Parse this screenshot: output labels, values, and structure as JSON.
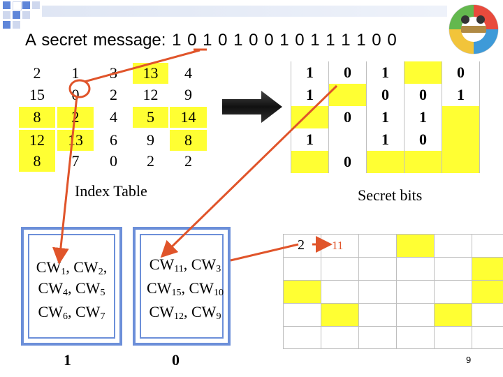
{
  "title": "A secret message: 1 0 1 0 1   0 0 1 0 1   1 1 1 0 0",
  "colors": {
    "yellow": "#ffff33",
    "arrow": "#e0542a",
    "box_border": "#6c8fd9",
    "grid_line": "#bfbfbf",
    "deco": "#5f86d9"
  },
  "index_table": {
    "rows": [
      [
        "2",
        "1",
        "3",
        "13",
        "4"
      ],
      [
        "15",
        "0",
        "2",
        "12",
        "9"
      ],
      [
        "8",
        "2",
        "4",
        "5",
        "14"
      ],
      [
        "12",
        "13",
        "6",
        "9",
        "8"
      ],
      [
        "8",
        "7",
        "0",
        "2",
        "2"
      ]
    ],
    "caption": "Index Table"
  },
  "secret_bits": {
    "rows": [
      [
        "1",
        "0",
        "1",
        "",
        "0"
      ],
      [
        "1",
        "",
        "0",
        "0",
        "1"
      ],
      [
        "",
        "0",
        "1",
        "1",
        ""
      ],
      [
        "1",
        "",
        "1",
        "0",
        ""
      ],
      [
        "",
        "0",
        "",
        "",
        ""
      ]
    ],
    "caption": "Secret bits"
  },
  "cw_left": {
    "line1": {
      "a": "CW",
      "a_sub": "1",
      "sep": ", ",
      "b": "CW",
      "b_sub": "2",
      "end": ","
    },
    "line2": {
      "a": "CW",
      "a_sub": "4",
      "sep": ", ",
      "b": "CW",
      "b_sub": "5",
      "end": ""
    },
    "line3": {
      "a": "CW",
      "a_sub": "6",
      "sep": ", ",
      "b": "CW",
      "b_sub": "7",
      "end": ""
    },
    "bit": "1"
  },
  "cw_right": {
    "line1": {
      "a": "CW",
      "a_sub": "11",
      "sep": ", ",
      "b": "CW",
      "b_sub": "3",
      "end": ""
    },
    "line2": {
      "a": "CW",
      "a_sub": "15",
      "sep": ", ",
      "b": "CW",
      "b_sub": "10",
      "end": ""
    },
    "line3": {
      "a": "CW",
      "a_sub": "12",
      "sep": ", ",
      "b": "CW",
      "b_sub": "9",
      "end": ""
    },
    "bit": "0"
  },
  "small_grid": {
    "label_2": "2",
    "label_11": "11"
  },
  "page_number": "9"
}
